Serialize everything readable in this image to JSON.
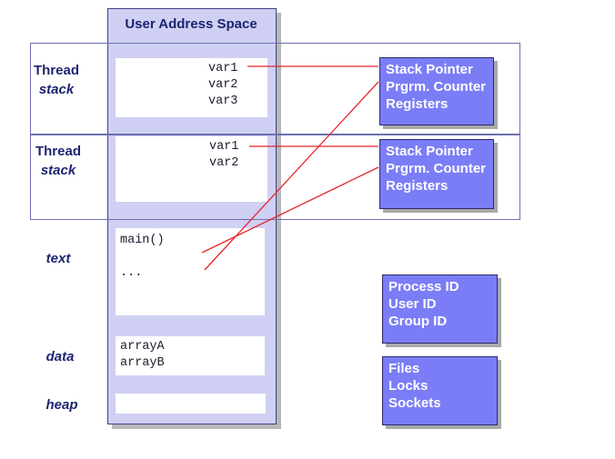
{
  "user_address_space": {
    "title": "User Address Space"
  },
  "threads": [
    {
      "label_line1": "Thread",
      "label_line2": "stack",
      "vars": [
        "var1",
        "var2",
        "var3"
      ]
    },
    {
      "label_line1": "Thread",
      "label_line2": "stack",
      "vars": [
        "var1",
        "var2"
      ]
    }
  ],
  "segments": {
    "text": {
      "label": "text",
      "lines": [
        "main()",
        "",
        "..."
      ]
    },
    "data": {
      "label": "data",
      "lines": [
        "arrayA",
        "arrayB"
      ]
    },
    "heap": {
      "label": "heap"
    }
  },
  "thread_registers": [
    {
      "items": [
        "Stack Pointer",
        "Prgrm. Counter",
        "Registers"
      ]
    },
    {
      "items": [
        "Stack Pointer",
        "Prgrm. Counter",
        "Registers"
      ]
    }
  ],
  "process_info": {
    "items": [
      "Process ID",
      "User ID",
      "Group ID"
    ]
  },
  "resources": {
    "items": [
      "Files",
      "Locks",
      "Sockets"
    ]
  },
  "colors": {
    "line": "#e8242b",
    "box_fill": "#7b7df7",
    "panel_fill": "#cfd0f3",
    "label": "#1d2470"
  }
}
